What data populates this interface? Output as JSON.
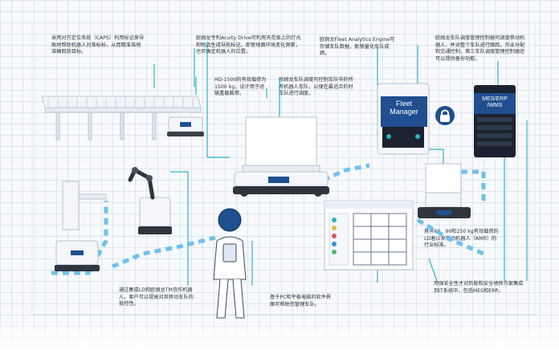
{
  "notes": {
    "caps": "采用对方定位系统（CAPS）利用标记来导致地帮助机器人对准标标，从而精准准地准确取放目标。",
    "acuity": "欧姆龙专利Acuity Drive可利用天花板上的灯光和物品生成导航标记，即使地面环境变化频繁，也可确定机器人的位置。",
    "fleet_analytics": "欧姆龙Fleet Analytics Engine可存储车队数据，能够量化车队成绩。",
    "fleet_mgr_desc": "欧姆龙车队调度管理控制器可调度移动机器人，并对整个车队进行跟踪。作业分配和交通控制，第三车队调度管理控制器还可以提供备份功能。",
    "hd1500": "HD-1500的有效载荷为1500 kg，设计用于运输重载载荷。",
    "fleet_traffic": "欧姆龙车队调度可控制车队中的所有机器人车队，以便在最适合的时车队进行调度。",
    "payload": "具有60、90和250 kg有效载荷的LD着以来移动机器人（AMR）的行业标准。",
    "collab": "通过集成LD和欧姆龙TM协作机器人，客户可以提高对其移动车队的投控性。",
    "pc_tablet": "基于PC和平板电脑的软件界面可帮助您管理车队。",
    "safety": "用强安全性才对后能和安全地移方案集成到IT系统中，包括MES和ERP。"
  },
  "labels": {
    "fleet_manager": "Fleet Manager",
    "mes": "MES/ERP /WMS"
  },
  "colors": {
    "brand_blue": "#1f4f8e",
    "light_blue": "#5fb7e6",
    "line_dark": "#1c3f74",
    "teal": "#29b3c2"
  },
  "icons": {
    "lock": "lock-icon",
    "person": "person-icon"
  }
}
